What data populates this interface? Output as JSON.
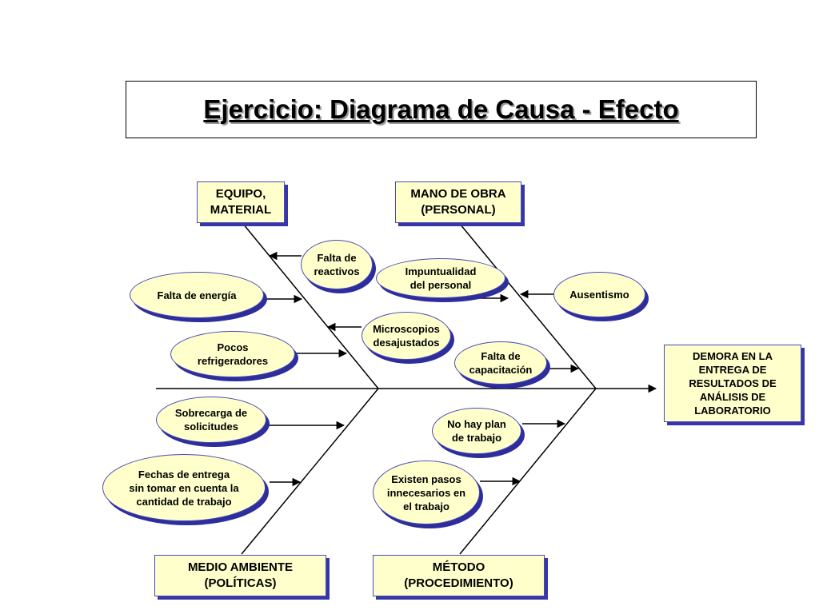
{
  "title": "Ejercicio:  Diagrama de Causa - Efecto",
  "effect": "DEMORA EN LA\nENTREGA DE\nRESULTADOS DE\nANÁLISIS DE\nLABORATORIO",
  "categories": {
    "equipo": "EQUIPO,\nMATERIAL",
    "mano_obra": "MANO DE OBRA\n(PERSONAL)",
    "medio_ambiente": "MEDIO AMBIENTE\n(POLÍTICAS)",
    "metodo": "MÉTODO\n(PROCEDIMIENTO)"
  },
  "causes": {
    "falta_reactivos": "Falta de\nreactivos",
    "falta_energia": "Falta de energía",
    "pocos_refrigeradores": "Pocos\nrefrigeradores",
    "microscopios": "Microscopios\ndesajustados",
    "impuntualidad": "Impuntualidad\ndel personal",
    "ausentismo": "Ausentismo",
    "falta_capacitacion": "Falta de\ncapacitación",
    "sobrecarga": "Sobrecarga de\nsolicitudes",
    "fechas_entrega": "Fechas de entrega\nsin tomar en cuenta la\ncantidad de trabajo",
    "no_hay_plan": "No hay plan\nde trabajo",
    "pasos_innecesarios": "Existen pasos\ninnecesarios en\nel trabajo"
  },
  "colors": {
    "fill": "#ffffcc",
    "border": "#4a4ab8",
    "shadow": "#2d2d9c"
  }
}
